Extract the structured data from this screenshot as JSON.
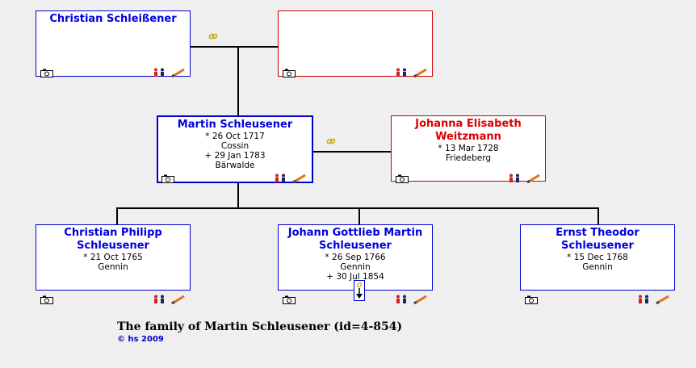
{
  "father": {
    "name": "Christian Schleißener"
  },
  "mother": {
    "name": ""
  },
  "focus": {
    "name": "Martin Schleusener",
    "line1": "* 26 Oct 1717",
    "line2": "Cossin",
    "line3": "+ 29 Jan 1783",
    "line4": "Bärwalde"
  },
  "spouse": {
    "name": "Johanna Elisabeth Weitzmann",
    "line1": "* 13 Mar 1728",
    "line2": "Friedeberg"
  },
  "children": [
    {
      "name": "Christian Philipp Schleusener",
      "line1": "* 21 Oct 1765",
      "line2": "Gennin"
    },
    {
      "name": "Johann Gottlieb Martin Schleusener",
      "line1": "* 26 Sep 1766",
      "line2": "Gennin",
      "line3": "+ 30 Jul 1854"
    },
    {
      "name": "Ernst Theodor Schleusener",
      "line1": "* 15 Dec 1768",
      "line2": "Gennin"
    }
  ],
  "caption": "The family of Martin Schleusener (id=4-854)",
  "copyright": "© hs 2009",
  "colors": {
    "male": "#0000cc",
    "female": "#cc0000",
    "background": "#efefef"
  },
  "icons": [
    "camera-icon",
    "family-icon",
    "edit-pencil-icon",
    "marriage-link-icon",
    "descendants-arrow-icon"
  ]
}
